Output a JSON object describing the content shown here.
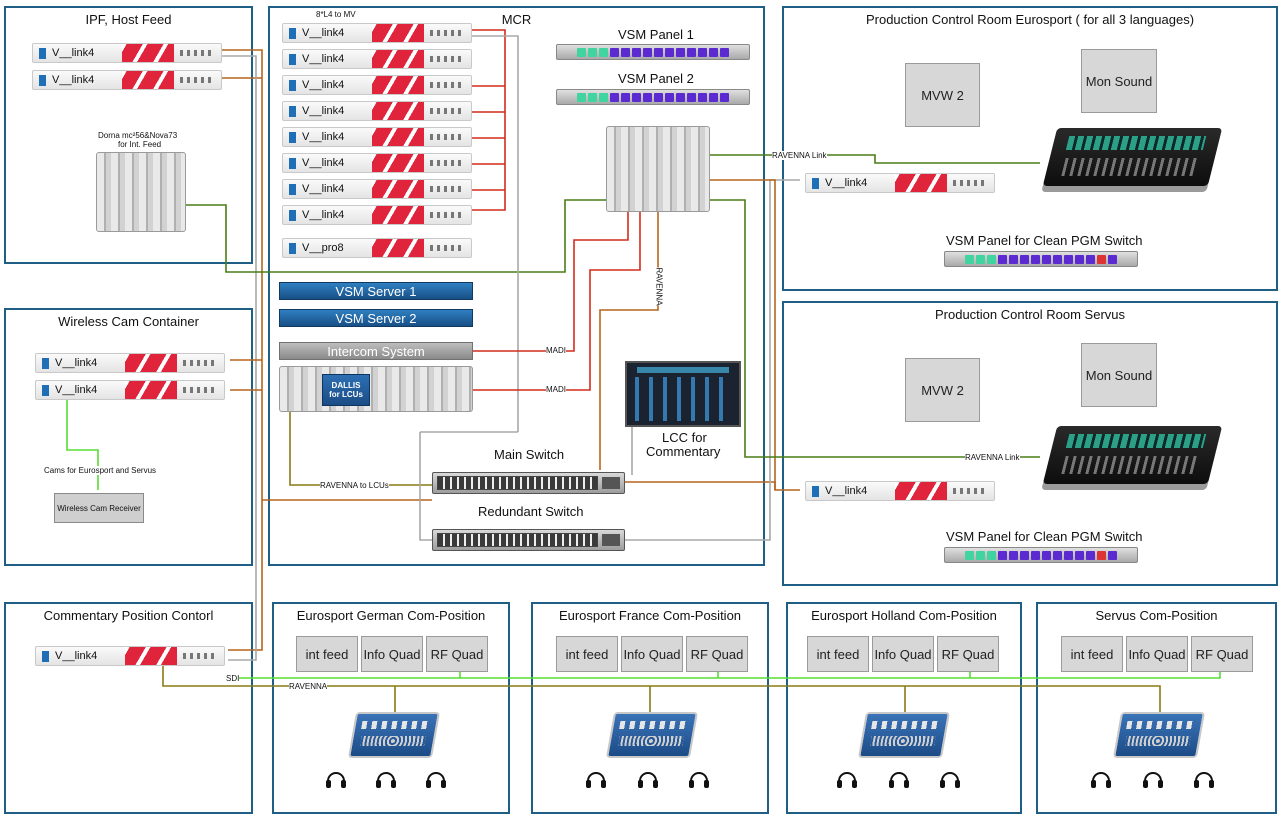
{
  "zones": {
    "ipf": "IPF, Host Feed",
    "wireless": "Wireless Cam Container",
    "commentary_ctrl": "Commentary Position Contorl",
    "mcr": "MCR",
    "pcr_euro": "Production Control Room Eurosport ( for all 3 languages)",
    "pcr_servus": "Production Control Room Servus",
    "german": "Eurosport German Com-Position",
    "france": "Eurosport France Com-Position",
    "holland": "Eurosport Holland Com-Position",
    "servus": "Servus Com-Position"
  },
  "devices": {
    "vlink4": "V__link4",
    "vpro8": "V__pro8",
    "dorna_line1": "Dorna mc²56&Nova73",
    "dorna_line2": "for Int. Feed",
    "dallis_line1": "DALLIS",
    "dallis_line2": "for LCUs",
    "mv_note": "8*L4 to MV",
    "wireless_receiver": "Wireless Cam Receiver",
    "cams_label": "Cams for Eurosport and Servus"
  },
  "mcr": {
    "vsm_panel_1": "VSM Panel 1",
    "vsm_panel_2": "VSM Panel 2",
    "vsm_server_1": "VSM Server 1",
    "vsm_server_2": "VSM Server 2",
    "intercom": "Intercom System",
    "main_switch": "Main Switch",
    "redundant_switch": "Redundant Switch",
    "lcc_line1": "LCC for",
    "lcc_line2": "Commentary"
  },
  "pcr": {
    "mvw": "MVW 2",
    "mon_sound": "Mon Sound",
    "vsm_clean": "VSM Panel for Clean PGM Switch"
  },
  "links": {
    "ravenna_link": "RAVENNA Link",
    "ravenna": "RAVENNA",
    "madi": "MADI",
    "ravenna_lcus": "RAVENNA to LCUs",
    "sdi": "SDI"
  },
  "compos": {
    "int_feed": "int feed",
    "info_quad": "Info Quad",
    "rf_quad": "RF Quad"
  },
  "colors": {
    "zone_border": "#1f5f86",
    "madi_red": "#d42c1c",
    "copper": "#b5651d",
    "ravenna_green": "#4a7d16",
    "sdi_green": "#55dd33",
    "ravenna_olive": "#8a7a14",
    "network_grey": "#a8a8a8"
  }
}
